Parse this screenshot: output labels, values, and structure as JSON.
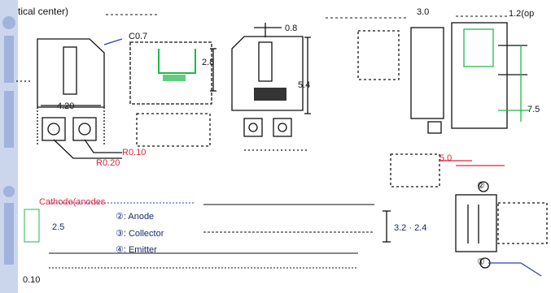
{
  "header": {
    "title_fragment": "tical center)"
  },
  "dimensions": {
    "d_c07": "C0.7",
    "d_08": "0.8",
    "d_28": "2.8",
    "d_54": "5.4",
    "d_420": "4.20",
    "d_r010": "R0.10",
    "d_r020": "R0.20",
    "d_30": "3.0",
    "d_12op": "1.2(op",
    "d_75": "7.5",
    "d_50": "5.0",
    "d_32_24": "3.2 · 2.4",
    "d_25": "2.5",
    "d_010": "0.10"
  },
  "legend": {
    "title": "Cathode(anodes",
    "item2": "②: Anode",
    "item3": "③: Collector",
    "item4": "④: Emitter"
  },
  "markers": {
    "circle1": "①",
    "circle2": "②"
  },
  "colors": {
    "line": "#111111",
    "blue": "#2c3fb5",
    "red": "#e0243a",
    "green": "#1fb84a",
    "sidebar": "#b9c8e6"
  }
}
